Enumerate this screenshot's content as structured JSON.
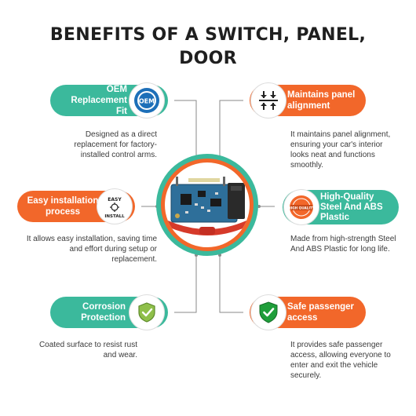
{
  "title": {
    "line1": "BENEFITS OF A SWITCH, PANEL,",
    "line2": "DOOR"
  },
  "colors": {
    "teal": "#3bb99c",
    "orange": "#f2672a",
    "title": "#1f1f1f"
  },
  "center_image": {
    "icon": "control-module-icon"
  },
  "benefits": {
    "oem": {
      "label_line1": "OEM",
      "label_line2": "Replacement Fit",
      "badge_text": "OEM",
      "icon": "oem-badge-icon",
      "description": "Designed as a direct replacement for factory-installed control arms."
    },
    "alignment": {
      "label_line1": "Maintains panel",
      "label_line2": "alignment",
      "icon": "align-arrows-icon",
      "description": "It maintains panel alignment, ensuring your car's interior looks neat and functions smoothly."
    },
    "installation": {
      "label_line1": "Easy installation",
      "label_line2": "process",
      "badge_top": "EASY",
      "badge_bottom": "INSTALL",
      "icon": "easy-install-icon",
      "description": "It allows easy installation, saving time and effort during setup or replacement."
    },
    "quality": {
      "label_line1": "High-Quality",
      "label_line2": "Steel And ABS",
      "label_line3": "Plastic",
      "badge_text": "HIGH QUALITY",
      "icon": "high-quality-seal-icon",
      "description": "Made from high-strength Steel And ABS Plastic for long life."
    },
    "corrosion": {
      "label_line1": "Corrosion",
      "label_line2": "Protection",
      "icon": "shield-check-icon",
      "description": "Coated surface to resist rust and wear."
    },
    "safe": {
      "label_line1": "Safe passenger",
      "label_line2": "access",
      "icon": "green-shield-check-icon",
      "description": "It provides safe passenger access, allowing everyone to enter and exit the vehicle securely."
    }
  }
}
